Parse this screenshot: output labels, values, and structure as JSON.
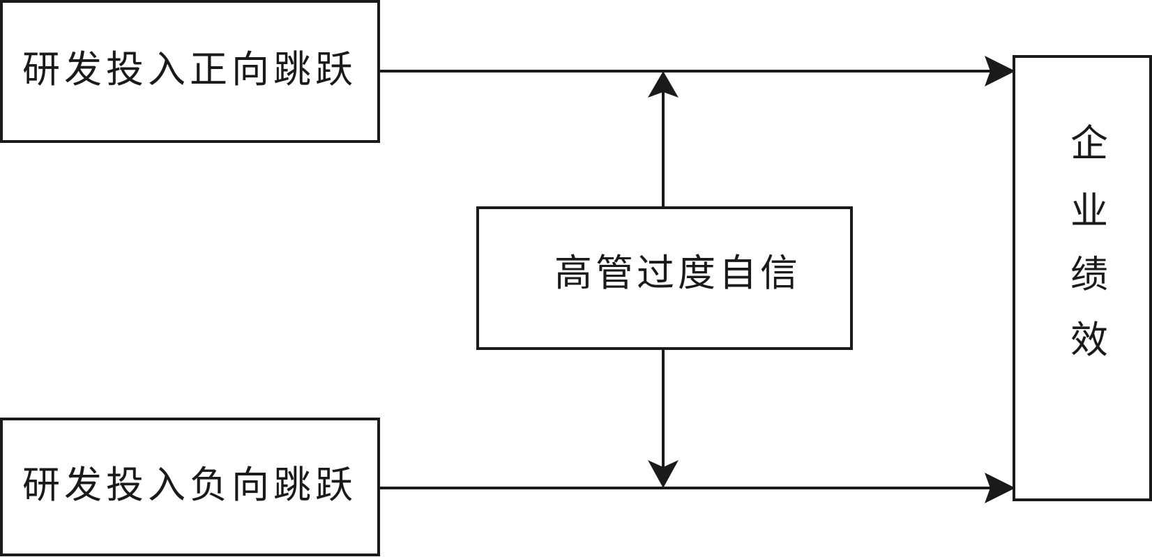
{
  "diagram": {
    "nodes": {
      "positive_jump": {
        "label": "研发投入正向跳跃"
      },
      "negative_jump": {
        "label": "研发投入负向跳跃"
      },
      "overconfidence": {
        "label": "高管过度自信"
      },
      "performance": {
        "label": "企业绩效",
        "chars": [
          "企",
          "业",
          "绩",
          "效"
        ]
      }
    },
    "edges": [
      {
        "from": "positive_jump",
        "to": "performance"
      },
      {
        "from": "negative_jump",
        "to": "performance"
      },
      {
        "from": "overconfidence",
        "to": "edge:positive_jump->performance"
      },
      {
        "from": "overconfidence",
        "to": "edge:negative_jump->performance"
      }
    ],
    "colors": {
      "stroke": "#1a1a1a",
      "background": "#ffffff"
    }
  }
}
